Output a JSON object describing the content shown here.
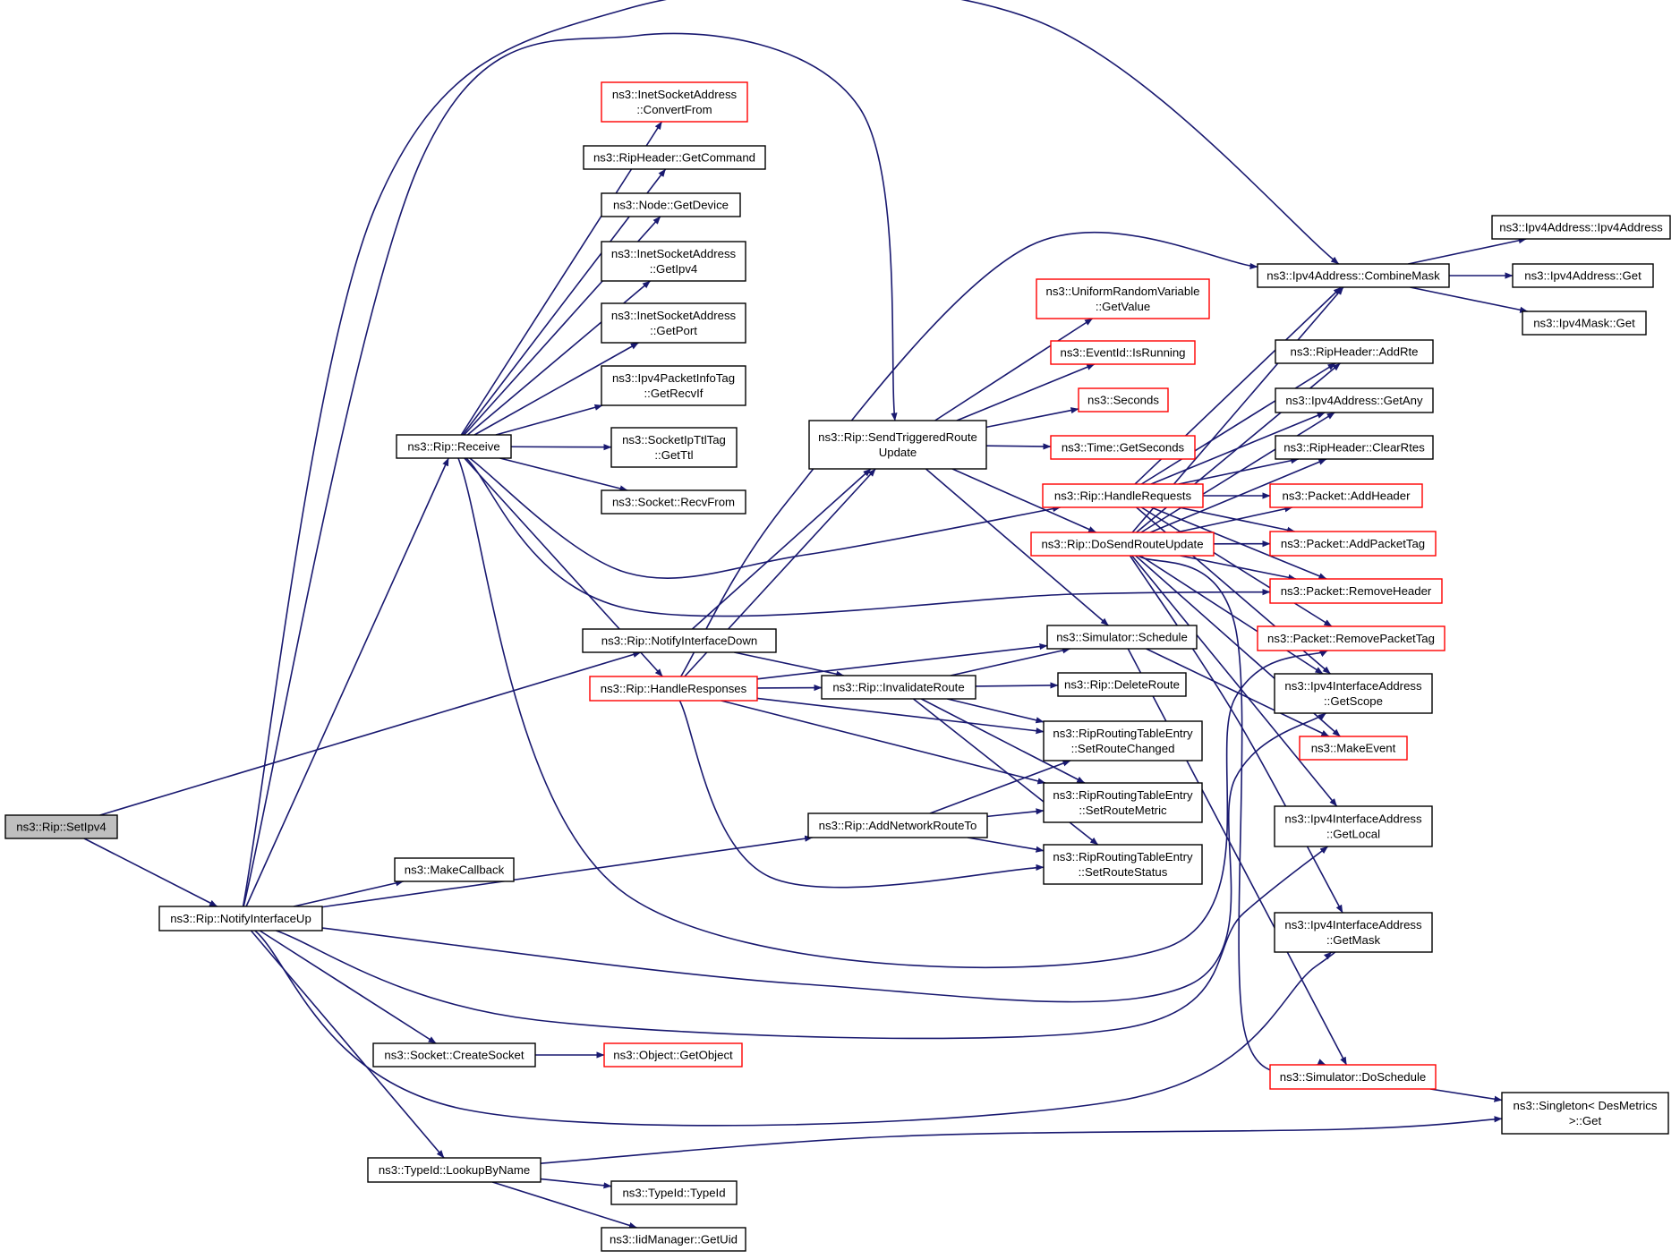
{
  "colors": {
    "edge": "#191970",
    "node_border": "#000000",
    "truncated_border": "#ff0000",
    "root_fill": "#bfbfbf",
    "background": "#ffffff"
  },
  "nodes": [
    {
      "id": "setipv4",
      "lines": [
        "ns3::Rip::SetIpv4"
      ],
      "style": "root"
    },
    {
      "id": "notifyup",
      "lines": [
        "ns3::Rip::NotifyInterfaceUp"
      ],
      "style": "normal"
    },
    {
      "id": "receive",
      "lines": [
        "ns3::Rip::Receive"
      ],
      "style": "normal"
    },
    {
      "id": "convertfrom",
      "lines": [
        "ns3::InetSocketAddress",
        "::ConvertFrom"
      ],
      "style": "red"
    },
    {
      "id": "getcommand",
      "lines": [
        "ns3::RipHeader::GetCommand"
      ],
      "style": "normal"
    },
    {
      "id": "getdevice",
      "lines": [
        "ns3::Node::GetDevice"
      ],
      "style": "normal"
    },
    {
      "id": "getipv4",
      "lines": [
        "ns3::InetSocketAddress",
        "::GetIpv4"
      ],
      "style": "normal"
    },
    {
      "id": "getport",
      "lines": [
        "ns3::InetSocketAddress",
        "::GetPort"
      ],
      "style": "normal"
    },
    {
      "id": "getrecvif",
      "lines": [
        "ns3::Ipv4PacketInfoTag",
        "::GetRecvIf"
      ],
      "style": "normal"
    },
    {
      "id": "getttl",
      "lines": [
        "ns3::SocketIpTtlTag",
        "::GetTtl"
      ],
      "style": "normal"
    },
    {
      "id": "recvfrom",
      "lines": [
        "ns3::Socket::RecvFrom"
      ],
      "style": "normal"
    },
    {
      "id": "notifydown",
      "lines": [
        "ns3::Rip::NotifyInterfaceDown"
      ],
      "style": "normal"
    },
    {
      "id": "handleresponses",
      "lines": [
        "ns3::Rip::HandleResponses"
      ],
      "style": "red"
    },
    {
      "id": "makecallback",
      "lines": [
        "ns3::MakeCallback"
      ],
      "style": "normal"
    },
    {
      "id": "createsocket",
      "lines": [
        "ns3::Socket::CreateSocket"
      ],
      "style": "normal"
    },
    {
      "id": "getobject",
      "lines": [
        "ns3::Object::GetObject"
      ],
      "style": "red"
    },
    {
      "id": "lookupbyname",
      "lines": [
        "ns3::TypeId::LookupByName"
      ],
      "style": "normal"
    },
    {
      "id": "typeid",
      "lines": [
        "ns3::TypeId::TypeId"
      ],
      "style": "normal"
    },
    {
      "id": "getuid",
      "lines": [
        "ns3::IidManager::GetUid"
      ],
      "style": "normal"
    },
    {
      "id": "sendtriggered",
      "lines": [
        "ns3::Rip::SendTriggeredRoute",
        "Update"
      ],
      "style": "normal"
    },
    {
      "id": "invalidateroute",
      "lines": [
        "ns3::Rip::InvalidateRoute"
      ],
      "style": "normal"
    },
    {
      "id": "addnetworkroute",
      "lines": [
        "ns3::Rip::AddNetworkRouteTo"
      ],
      "style": "normal"
    },
    {
      "id": "getvalue",
      "lines": [
        "ns3::UniformRandomVariable",
        "::GetValue"
      ],
      "style": "red"
    },
    {
      "id": "isrunning",
      "lines": [
        "ns3::EventId::IsRunning"
      ],
      "style": "red"
    },
    {
      "id": "seconds",
      "lines": [
        "ns3::Seconds"
      ],
      "style": "red"
    },
    {
      "id": "getseconds",
      "lines": [
        "ns3::Time::GetSeconds"
      ],
      "style": "red"
    },
    {
      "id": "handlerequests",
      "lines": [
        "ns3::Rip::HandleRequests"
      ],
      "style": "red"
    },
    {
      "id": "dosendrouteupdate",
      "lines": [
        "ns3::Rip::DoSendRouteUpdate"
      ],
      "style": "red"
    },
    {
      "id": "schedule",
      "lines": [
        "ns3::Simulator::Schedule"
      ],
      "style": "normal"
    },
    {
      "id": "deleteroute",
      "lines": [
        "ns3::Rip::DeleteRoute"
      ],
      "style": "normal"
    },
    {
      "id": "setroutechanged",
      "lines": [
        "ns3::RipRoutingTableEntry",
        "::SetRouteChanged"
      ],
      "style": "normal"
    },
    {
      "id": "setroutemetric",
      "lines": [
        "ns3::RipRoutingTableEntry",
        "::SetRouteMetric"
      ],
      "style": "normal"
    },
    {
      "id": "setroutestatus",
      "lines": [
        "ns3::RipRoutingTableEntry",
        "::SetRouteStatus"
      ],
      "style": "normal"
    },
    {
      "id": "combinemask",
      "lines": [
        "ns3::Ipv4Address::CombineMask"
      ],
      "style": "normal"
    },
    {
      "id": "addrte",
      "lines": [
        "ns3::RipHeader::AddRte"
      ],
      "style": "normal"
    },
    {
      "id": "getany",
      "lines": [
        "ns3::Ipv4Address::GetAny"
      ],
      "style": "normal"
    },
    {
      "id": "clearrtes",
      "lines": [
        "ns3::RipHeader::ClearRtes"
      ],
      "style": "normal"
    },
    {
      "id": "addheader",
      "lines": [
        "ns3::Packet::AddHeader"
      ],
      "style": "red"
    },
    {
      "id": "addpackettag",
      "lines": [
        "ns3::Packet::AddPacketTag"
      ],
      "style": "red"
    },
    {
      "id": "removeheader",
      "lines": [
        "ns3::Packet::RemoveHeader"
      ],
      "style": "red"
    },
    {
      "id": "removepackettag",
      "lines": [
        "ns3::Packet::RemovePacketTag"
      ],
      "style": "red"
    },
    {
      "id": "getscope",
      "lines": [
        "ns3::Ipv4InterfaceAddress",
        "::GetScope"
      ],
      "style": "normal"
    },
    {
      "id": "makeevent",
      "lines": [
        "ns3::MakeEvent"
      ],
      "style": "red"
    },
    {
      "id": "getlocal",
      "lines": [
        "ns3::Ipv4InterfaceAddress",
        "::GetLocal"
      ],
      "style": "normal"
    },
    {
      "id": "getmask",
      "lines": [
        "ns3::Ipv4InterfaceAddress",
        "::GetMask"
      ],
      "style": "normal"
    },
    {
      "id": "doschedule",
      "lines": [
        "ns3::Simulator::DoSchedule"
      ],
      "style": "red"
    },
    {
      "id": "singletonget",
      "lines": [
        "ns3::Singleton< DesMetrics",
        ">::Get"
      ],
      "style": "normal"
    },
    {
      "id": "ipv4address",
      "lines": [
        "ns3::Ipv4Address::Ipv4Address"
      ],
      "style": "normal"
    },
    {
      "id": "ipv4addrget",
      "lines": [
        "ns3::Ipv4Address::Get"
      ],
      "style": "normal"
    },
    {
      "id": "ipv4maskget",
      "lines": [
        "ns3::Ipv4Mask::Get"
      ],
      "style": "normal"
    }
  ],
  "edges": [
    [
      "setipv4",
      "notifydown"
    ],
    [
      "setipv4",
      "notifyup"
    ],
    [
      "notifyup",
      "receive"
    ],
    [
      "notifyup",
      "makecallback"
    ],
    [
      "notifyup",
      "addnetworkroute"
    ],
    [
      "notifyup",
      "createsocket"
    ],
    [
      "notifyup",
      "lookupbyname"
    ],
    [
      "notifyup",
      "combinemask"
    ],
    [
      "notifyup",
      "sendtriggered"
    ],
    [
      "notifyup",
      "getscope"
    ],
    [
      "notifyup",
      "getlocal"
    ],
    [
      "notifyup",
      "getmask"
    ],
    [
      "receive",
      "convertfrom"
    ],
    [
      "receive",
      "getcommand"
    ],
    [
      "receive",
      "getdevice"
    ],
    [
      "receive",
      "getipv4"
    ],
    [
      "receive",
      "getport"
    ],
    [
      "receive",
      "getrecvif"
    ],
    [
      "receive",
      "getttl"
    ],
    [
      "receive",
      "recvfrom"
    ],
    [
      "receive",
      "handlerequests"
    ],
    [
      "receive",
      "removeheader"
    ],
    [
      "receive",
      "handleresponses"
    ],
    [
      "receive",
      "removepackettag"
    ],
    [
      "notifydown",
      "sendtriggered"
    ],
    [
      "notifydown",
      "invalidateroute"
    ],
    [
      "handleresponses",
      "sendtriggered"
    ],
    [
      "handleresponses",
      "combinemask"
    ],
    [
      "handleresponses",
      "schedule"
    ],
    [
      "handleresponses",
      "invalidateroute"
    ],
    [
      "handleresponses",
      "setroutechanged"
    ],
    [
      "handleresponses",
      "setroutemetric"
    ],
    [
      "handleresponses",
      "setroutestatus"
    ],
    [
      "createsocket",
      "getobject"
    ],
    [
      "lookupbyname",
      "typeid"
    ],
    [
      "lookupbyname",
      "getuid"
    ],
    [
      "lookupbyname",
      "singletonget"
    ],
    [
      "sendtriggered",
      "getvalue"
    ],
    [
      "sendtriggered",
      "isrunning"
    ],
    [
      "sendtriggered",
      "seconds"
    ],
    [
      "sendtriggered",
      "getseconds"
    ],
    [
      "sendtriggered",
      "dosendrouteupdate"
    ],
    [
      "sendtriggered",
      "schedule"
    ],
    [
      "invalidateroute",
      "schedule"
    ],
    [
      "invalidateroute",
      "deleteroute"
    ],
    [
      "invalidateroute",
      "setroutechanged"
    ],
    [
      "invalidateroute",
      "setroutemetric"
    ],
    [
      "invalidateroute",
      "setroutestatus"
    ],
    [
      "addnetworkroute",
      "setroutechanged"
    ],
    [
      "addnetworkroute",
      "setroutemetric"
    ],
    [
      "addnetworkroute",
      "setroutestatus"
    ],
    [
      "handlerequests",
      "combinemask"
    ],
    [
      "handlerequests",
      "addrte"
    ],
    [
      "handlerequests",
      "getany"
    ],
    [
      "handlerequests",
      "clearrtes"
    ],
    [
      "handlerequests",
      "addheader"
    ],
    [
      "handlerequests",
      "addpackettag"
    ],
    [
      "handlerequests",
      "removeheader"
    ],
    [
      "handlerequests",
      "removepackettag"
    ],
    [
      "handlerequests",
      "getscope"
    ],
    [
      "dosendrouteupdate",
      "combinemask"
    ],
    [
      "dosendrouteupdate",
      "addrte"
    ],
    [
      "dosendrouteupdate",
      "getany"
    ],
    [
      "dosendrouteupdate",
      "clearrtes"
    ],
    [
      "dosendrouteupdate",
      "addheader"
    ],
    [
      "dosendrouteupdate",
      "addpackettag"
    ],
    [
      "dosendrouteupdate",
      "removeheader"
    ],
    [
      "dosendrouteupdate",
      "getscope"
    ],
    [
      "dosendrouteupdate",
      "makeevent"
    ],
    [
      "dosendrouteupdate",
      "getlocal"
    ],
    [
      "dosendrouteupdate",
      "getmask"
    ],
    [
      "dosendrouteupdate",
      "doschedule"
    ],
    [
      "schedule",
      "makeevent"
    ],
    [
      "schedule",
      "doschedule"
    ],
    [
      "doschedule",
      "singletonget"
    ],
    [
      "combinemask",
      "ipv4address"
    ],
    [
      "combinemask",
      "ipv4addrget"
    ],
    [
      "combinemask",
      "ipv4maskget"
    ]
  ]
}
